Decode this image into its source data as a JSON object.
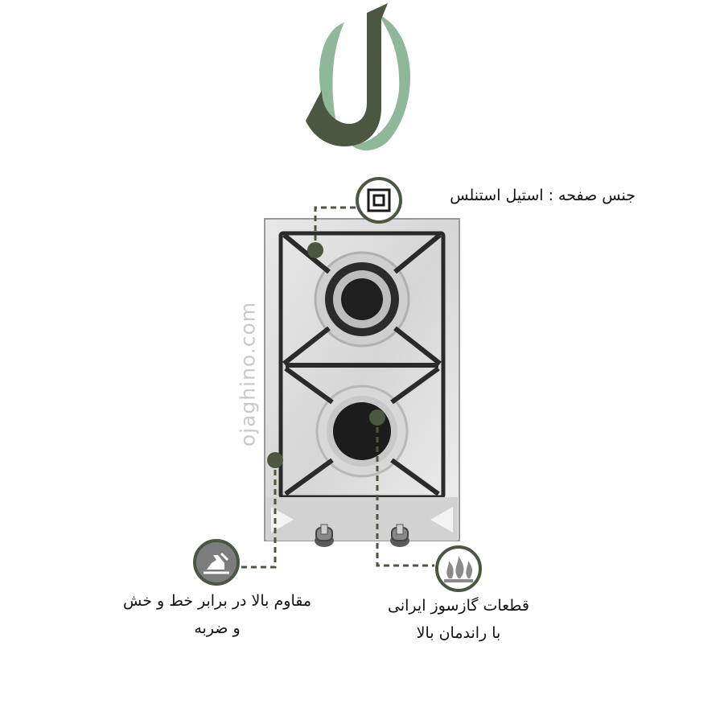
{
  "brand": {
    "logo_icon": "ojaghino-logo-icon",
    "watermark": "ojaghino.com",
    "colors": {
      "dark_green": "#4b5740",
      "light_green": "#8fb79a"
    }
  },
  "features": [
    {
      "icon": "square-material-icon",
      "text": "جنس صفحه : استیل استنلس"
    },
    {
      "icon": "scratch-resistant-icon",
      "line1": "مقاوم بالا در برابر خط و خش",
      "line2": "و ضربه"
    },
    {
      "icon": "flame-burner-icon",
      "line1": "قطعات گازسوز ایرانی",
      "line2": "با راندمان بالا"
    }
  ],
  "product": {
    "image": "two-burner-gas-hob"
  }
}
